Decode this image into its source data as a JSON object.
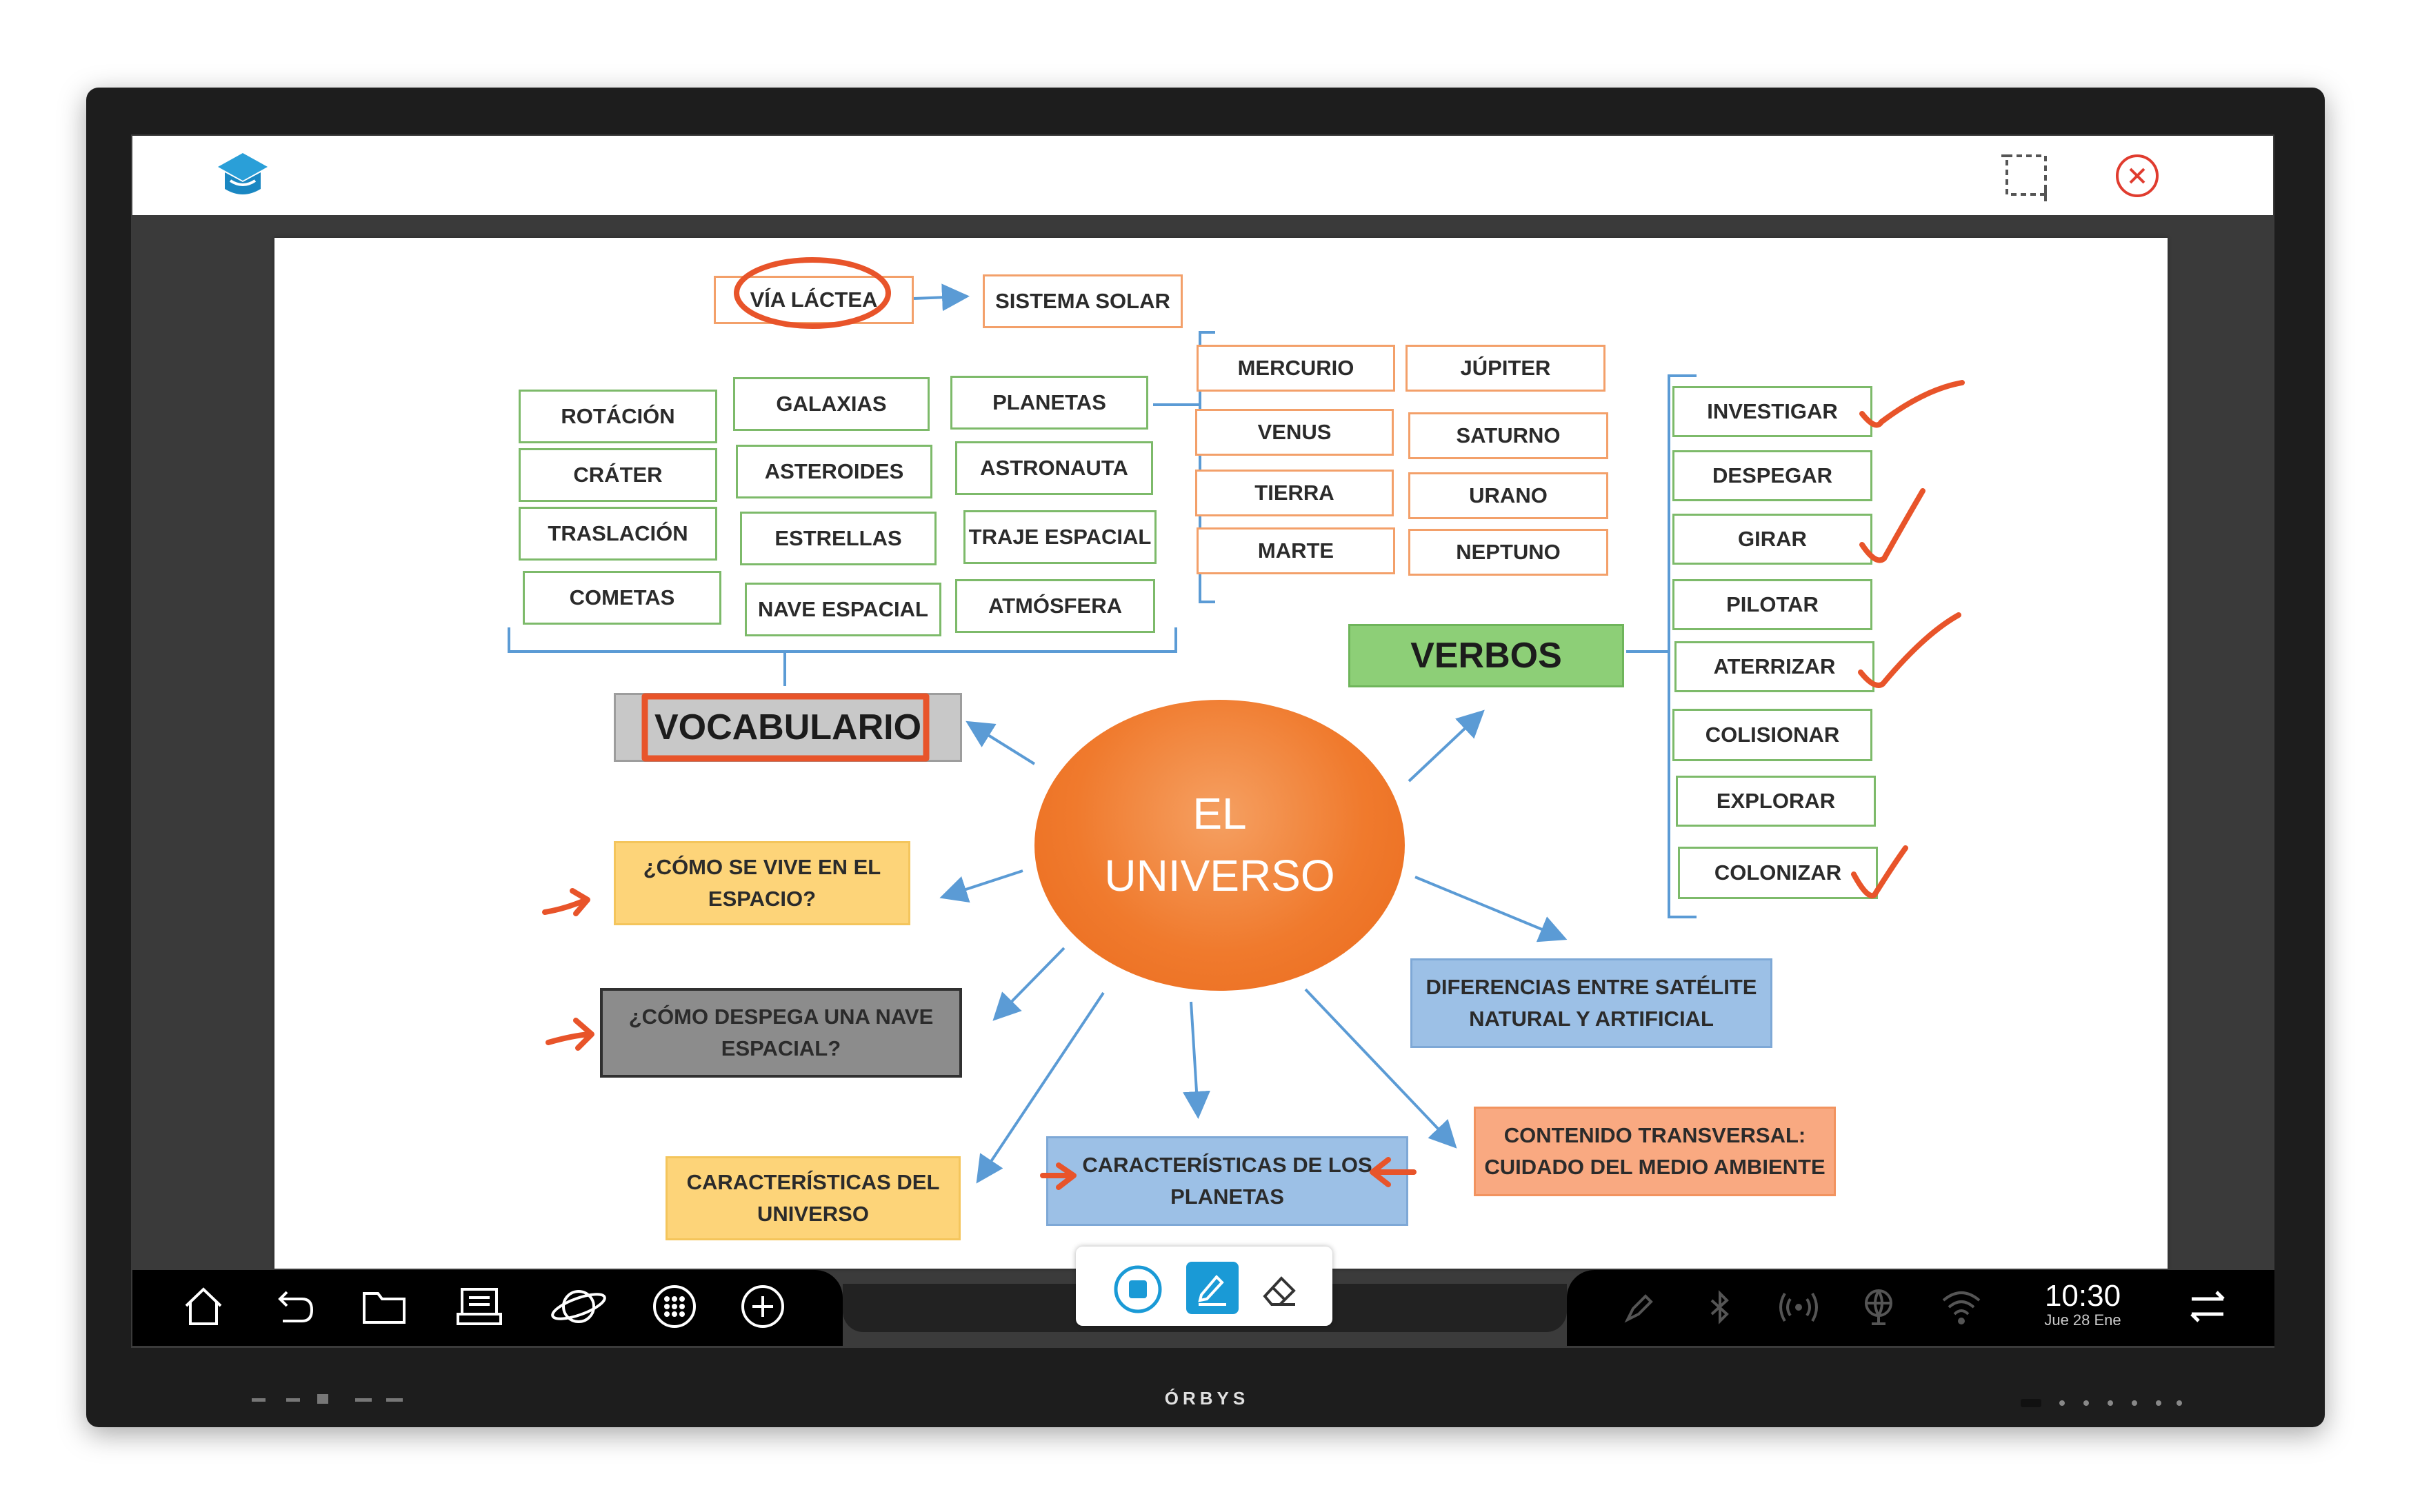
{
  "board": {
    "brand": "ÓRBYS"
  },
  "clock": {
    "time": "10:30",
    "date": "Jue 28 Ene"
  },
  "mindmap": {
    "center": {
      "line1": "EL",
      "line2": "UNIVERSO"
    },
    "via_lactea": "VÍA LÁCTEA",
    "sistema_solar": "SISTEMA SOLAR",
    "vocabulario_title": "VOCABULARIO",
    "verbos_title": "VERBOS",
    "vocab_col1": [
      "ROTÁCIÓN",
      "CRÁTER",
      "TRASLACIÓN",
      "COMETAS"
    ],
    "vocab_col2": [
      "GALAXIAS",
      "ASTEROIDES",
      "ESTRELLAS",
      "NAVE ESPACIAL"
    ],
    "vocab_col3": [
      "PLANETAS",
      "ASTRONAUTA",
      "TRAJE ESPACIAL",
      "ATMÓSFERA"
    ],
    "planets_col1": [
      "MERCURIO",
      "VENUS",
      "TIERRA",
      "MARTE"
    ],
    "planets_col2": [
      "JÚPITER",
      "SATURNO",
      "URANO",
      "NEPTUNO"
    ],
    "verbs": [
      "INVESTIGAR",
      "DESPEGAR",
      "GIRAR",
      "PILOTAR",
      "ATERRIZAR",
      "COLISIONAR",
      "EXPLORAR",
      "COLONIZAR"
    ],
    "vivir_espacio": {
      "line1": "¿CÓMO SE VIVE EN EL",
      "line2": "ESPACIO?"
    },
    "despega_nave": {
      "line1": "¿CÓMO DESPEGA UNA NAVE",
      "line2": "ESPACIAL?"
    },
    "caract_universo": {
      "line1": "CARACTERÍSTICAS DEL",
      "line2": "UNIVERSO"
    },
    "caract_planetas": {
      "line1": "CARACTERÍSTICAS DE LOS",
      "line2": "PLANETAS"
    },
    "diferencias": {
      "line1": "DIFERENCIAS ENTRE SATÉLITE",
      "line2": "NATURAL Y ARTIFICIAL"
    },
    "transversal": {
      "line1": "CONTENIDO TRANSVERSAL:",
      "line2": "CUIDADO DEL MEDIO AMBIENTE"
    }
  },
  "colors": {
    "annotation": "#e8542a",
    "accent": "#1a9ad6",
    "green_box": "#8dcf77",
    "orange_center": "#f07a2d"
  },
  "icons": {
    "top": [
      "graduation-cap-icon",
      "crop-select-icon",
      "close-icon"
    ],
    "taskbar_left": [
      "home-icon",
      "undo-icon",
      "folder-icon",
      "tray-icon",
      "planet-icon",
      "apps-grid-icon",
      "add-icon"
    ],
    "tools": [
      "stop-icon",
      "pen-icon",
      "eraser-icon"
    ],
    "taskbar_right": [
      "stylus-icon",
      "bluetooth-icon",
      "broadcast-icon",
      "globe-icon",
      "wifi-icon",
      "switch-icon"
    ]
  }
}
